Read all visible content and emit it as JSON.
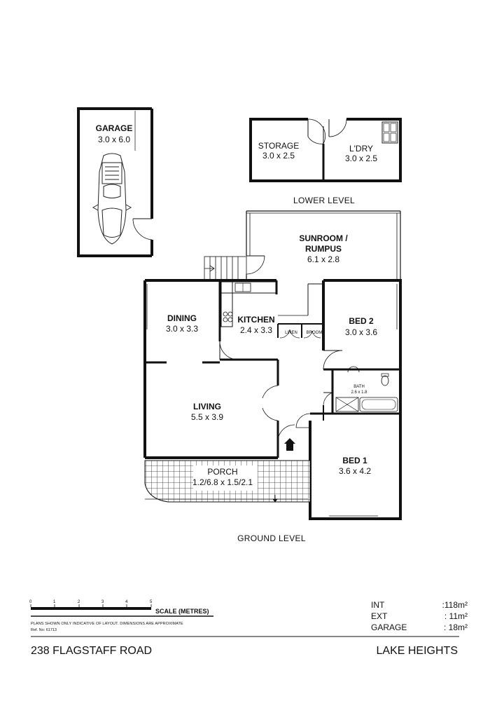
{
  "rooms": {
    "garage": {
      "name": "GARAGE",
      "dim": "3.0 x 6.0"
    },
    "storage": {
      "name": "STORAGE",
      "dim": "3.0 x 2.5"
    },
    "laundry": {
      "name": "L'DRY",
      "dim": "3.0 x 2.5"
    },
    "sunroom": {
      "name_line1": "SUNROOM /",
      "name_line2": "RUMPUS",
      "dim": "6.1 x 2.8"
    },
    "dining": {
      "name": "DINING",
      "dim": "3.0 x 3.3"
    },
    "kitchen": {
      "name": "KITCHEN",
      "dim": "2.4 x 3.3"
    },
    "bed2": {
      "name": "BED 2",
      "dim": "3.0 x 3.6"
    },
    "linen": {
      "name": "LINEN"
    },
    "broom": {
      "name": "BROOM"
    },
    "bath": {
      "name": "BATH",
      "dim": "2.6 x 1.8"
    },
    "living": {
      "name": "LIVING",
      "dim": "5.5 x 3.9"
    },
    "bed1": {
      "name": "BED 1",
      "dim": "3.6 x 4.2"
    },
    "porch": {
      "name": "PORCH",
      "dim": "1.2/6.8 x 1.5/2.1"
    }
  },
  "levels": {
    "lower": "LOWER LEVEL",
    "ground": "GROUND LEVEL"
  },
  "scale": {
    "title": "SCALE (METRES)",
    "ticks": [
      "0",
      "1",
      "2",
      "3",
      "4",
      "5"
    ]
  },
  "disclaimer": "PLANS SHOWN ONLY INDICATIVE OF LAYOUT.  DIMENSIONS ARE APPROXIMATE",
  "ref_no": "Ref. No: 61713",
  "areas": [
    {
      "label": "INT",
      "value": ":118m²"
    },
    {
      "label": "EXT",
      "value": ":  11m²"
    },
    {
      "label": "GARAGE",
      "value": ":  18m²"
    }
  ],
  "address": "238 FLAGSTAFF ROAD",
  "suburb": "LAKE HEIGHTS"
}
